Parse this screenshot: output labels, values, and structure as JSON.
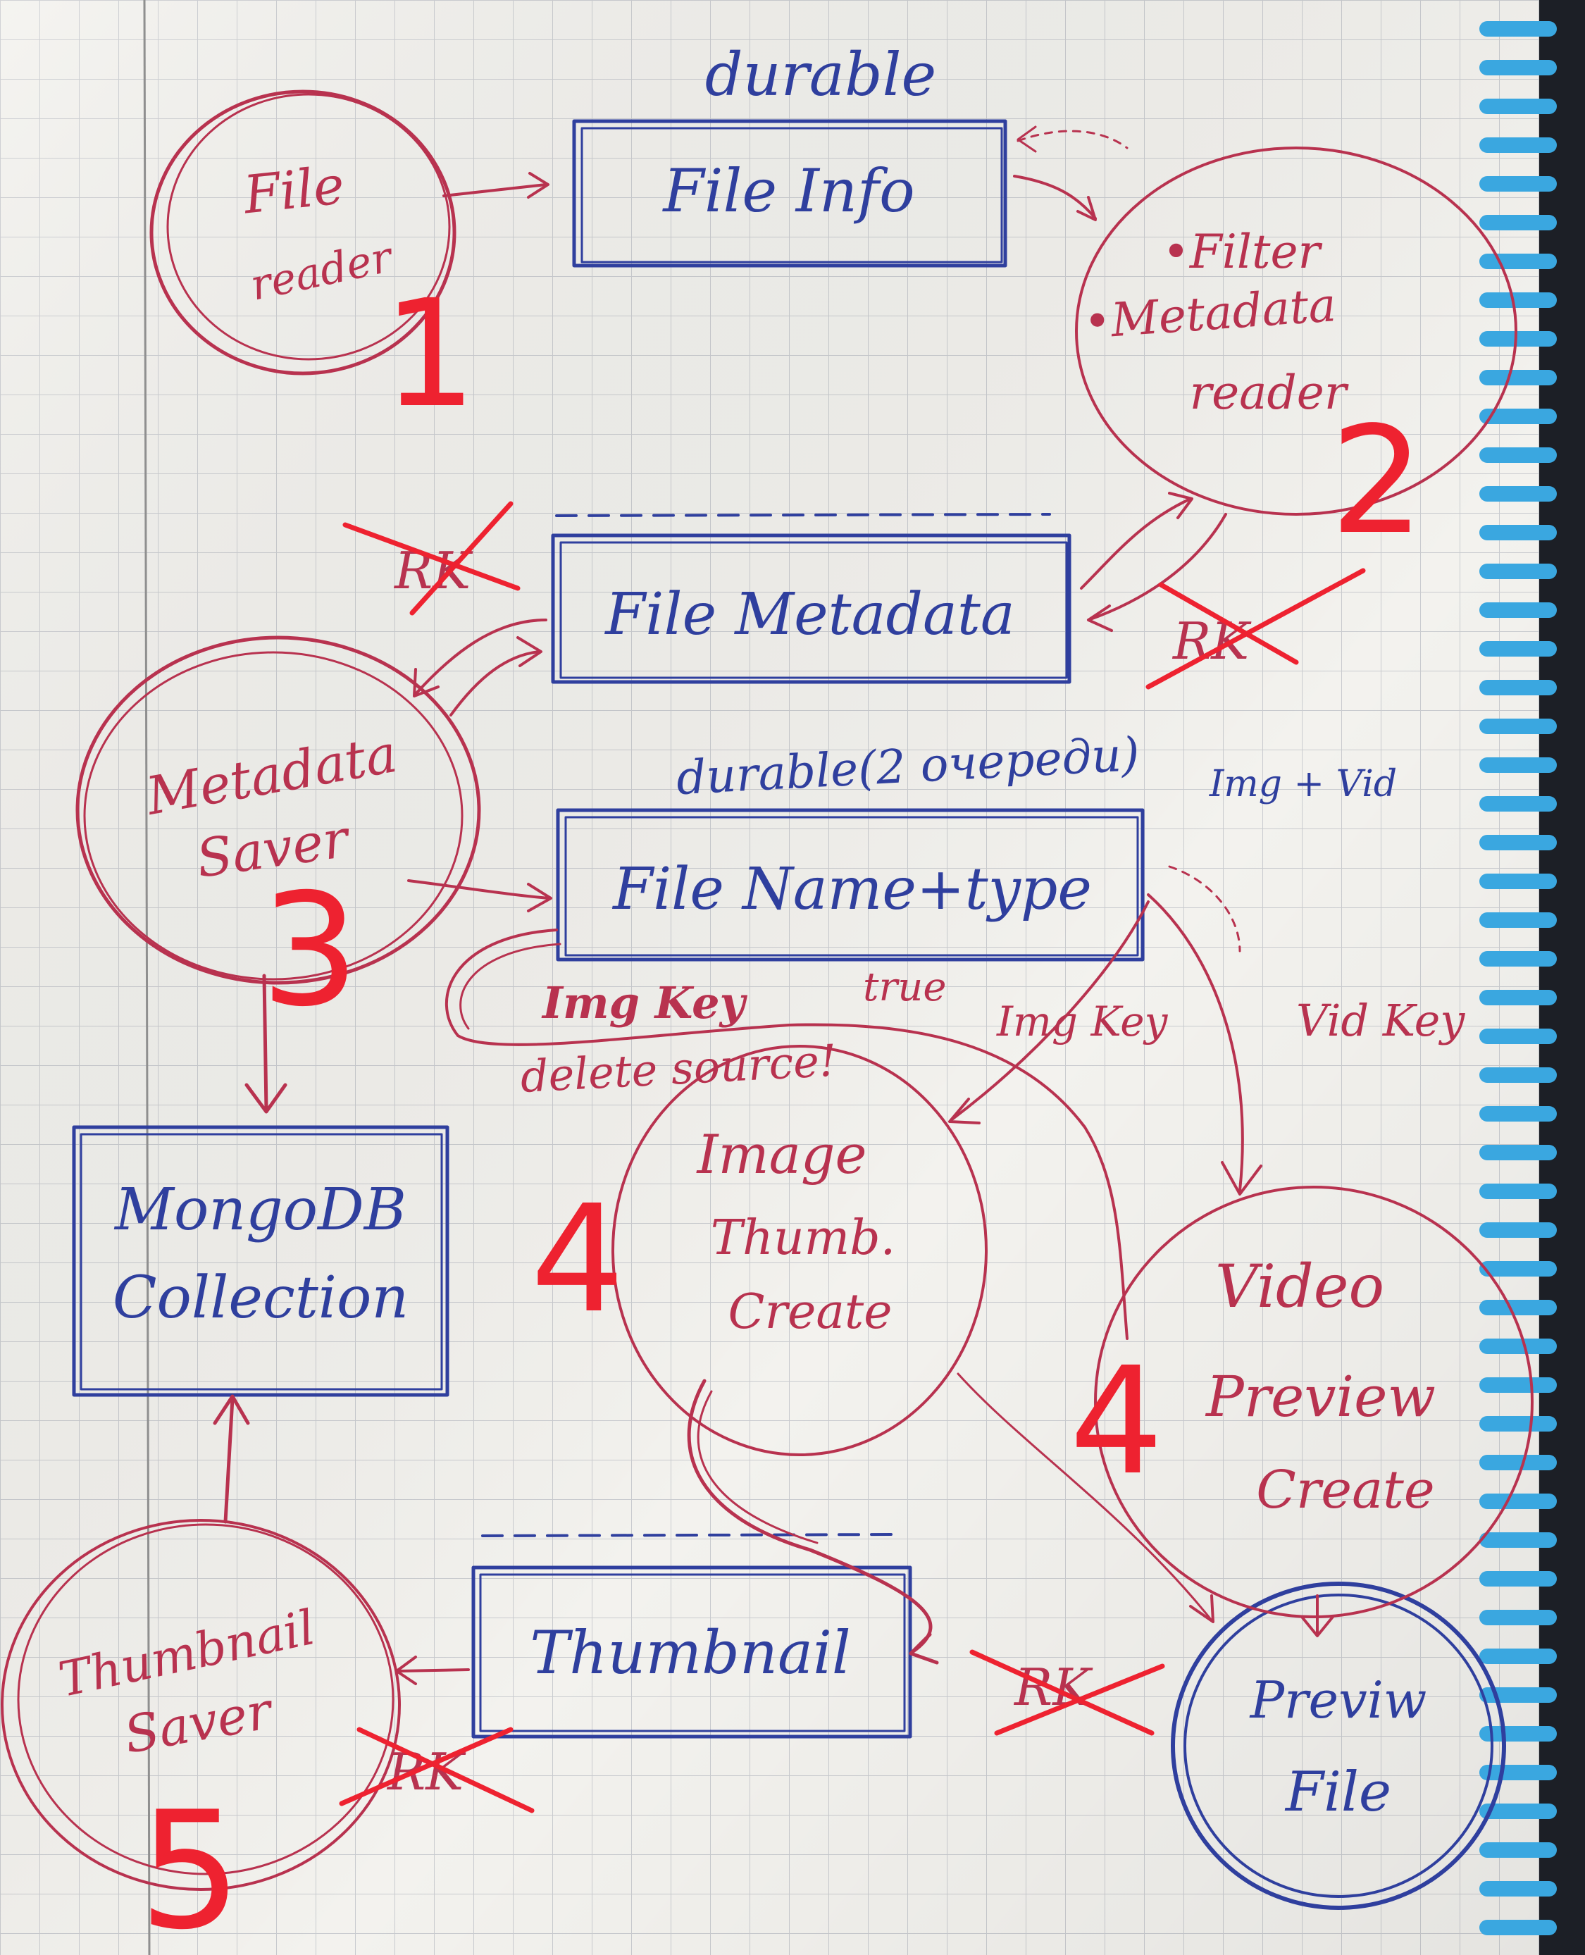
{
  "colors": {
    "paper": "#f3f2ee",
    "grid": "#c9cbcf",
    "margin_line": "#8f8f8f",
    "blue_ink": "#2f3f9e",
    "red_ink": "#b8324f",
    "bright_red": "#ee2230",
    "spiral": "#3aa7e0"
  },
  "labels": {
    "durable_top": "durable",
    "durable_mid": "durable(2 очереди)",
    "img_vid": "Img + Vid",
    "img_key_left": "Img Key",
    "true_label": "true",
    "delete_source": "delete source!",
    "img_key_right": "Img Key",
    "vid_key": "Vid Key",
    "rk": "RK"
  },
  "blue_nodes": {
    "file_info": "File Info",
    "file_metadata": "File Metadata",
    "file_name_type": "File Name+type",
    "mongo_line1": "MongoDB",
    "mongo_line2": "Collection",
    "thumbnail": "Thumbnail",
    "preview_line1": "Previw",
    "preview_line2": "File"
  },
  "red_nodes": {
    "file_reader_1": "File",
    "file_reader_2": "reader",
    "filter_1": "•Filter",
    "filter_2": "•Metadata",
    "filter_3": "reader",
    "metadata_saver_1": "Metadata",
    "metadata_saver_2": "Saver",
    "image_thumb_1": "Image",
    "image_thumb_2": "Thumb.",
    "image_thumb_3": "Create",
    "video_preview_1": "Video",
    "video_preview_2": "Preview",
    "video_preview_3": "Create",
    "thumbnail_saver_1": "Thumbnail",
    "thumbnail_saver_2": "Saver"
  },
  "step_numbers": {
    "n1": "1",
    "n2": "2",
    "n3": "3",
    "n4a": "4",
    "n4b": "4",
    "n5": "5"
  }
}
